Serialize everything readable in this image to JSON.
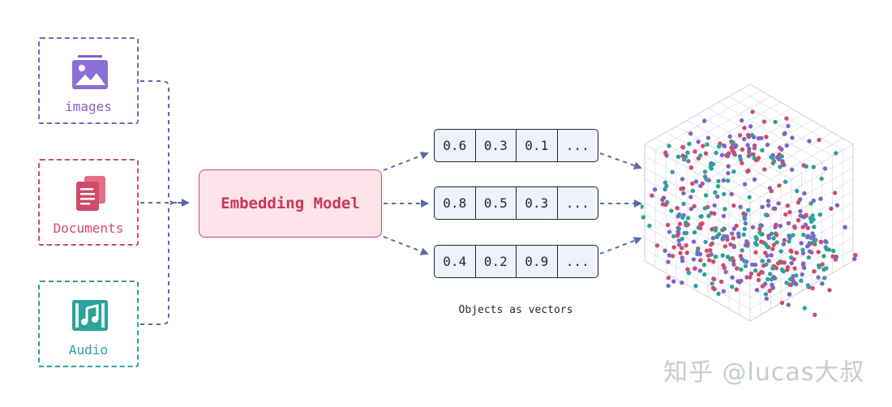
{
  "sources": [
    {
      "label": "images",
      "icon": "image-icon",
      "color": "#7e65c7"
    },
    {
      "label": "Documents",
      "icon": "document-icon",
      "color": "#d24a68"
    },
    {
      "label": "Audio",
      "icon": "music-icon",
      "color": "#2aa39a"
    }
  ],
  "model": {
    "label": "Embedding Model"
  },
  "vectors": [
    [
      "0.6",
      "0.3",
      "0.1",
      "..."
    ],
    [
      "0.8",
      "0.5",
      "0.3",
      "..."
    ],
    [
      "0.4",
      "0.2",
      "0.9",
      "..."
    ]
  ],
  "caption": "Objects as vectors",
  "watermark": "知乎 @lucas大叔",
  "colors": {
    "connector": "#5b6aa6",
    "model_fill": "#fde4ea",
    "point_colors": [
      "#d24a68",
      "#7e65c7",
      "#2aa39a"
    ]
  }
}
